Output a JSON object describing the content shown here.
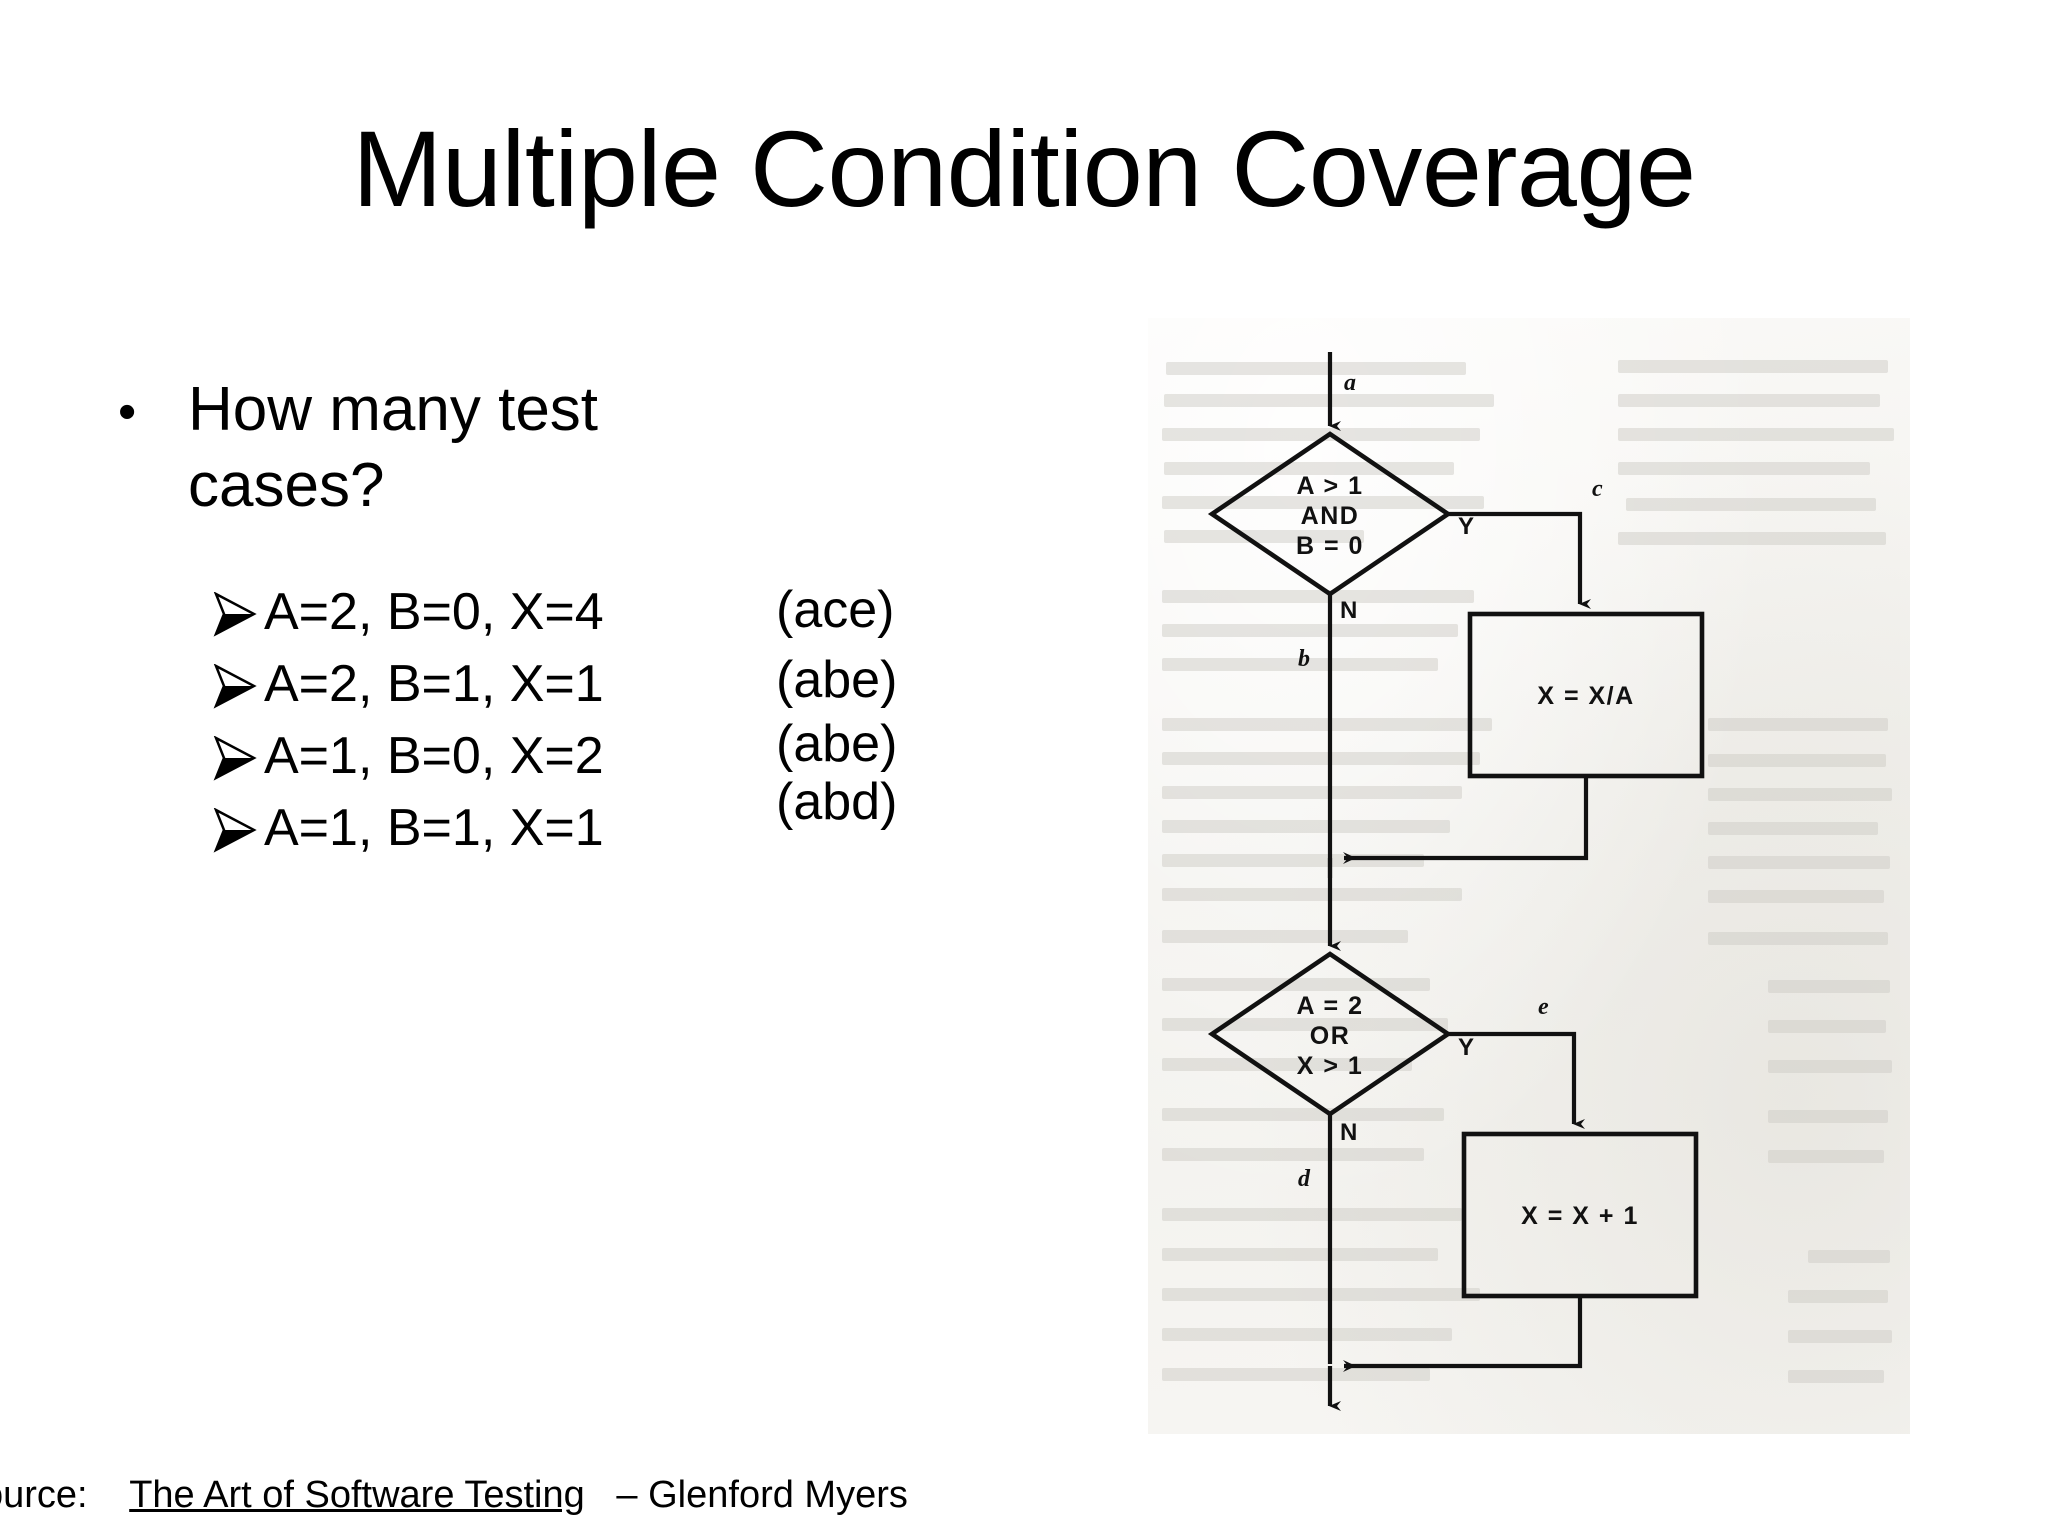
{
  "slide": {
    "title": "Multiple Condition Coverage"
  },
  "body": {
    "bullet_glyph": "•",
    "question": "How many test cases?"
  },
  "test_cases": [
    {
      "arrow": "arrowhead-bullet",
      "inputs": "A=2, B=0, X=4",
      "path": "(ace)"
    },
    {
      "arrow": "arrowhead-bullet",
      "inputs": "A=2, B=1, X=1",
      "path": "(abe)"
    },
    {
      "arrow": "arrowhead-bullet",
      "inputs": "A=1, B=0, X=2",
      "path": "(abe)"
    },
    {
      "arrow": "arrowhead-bullet",
      "inputs": "A=1, B=1, X=1",
      "path": "(abd)"
    }
  ],
  "figure": {
    "caption_alt": "scanned flowchart from textbook page",
    "entry_edge": "a",
    "decision1": {
      "line1": "A > 1",
      "line2": "AND",
      "line3": "B = 0",
      "yes": "Y",
      "no": "N"
    },
    "edge_c": "c",
    "process1": "X = X/A",
    "edge_b": "b",
    "decision2": {
      "line1": "A = 2",
      "line2": "OR",
      "line3": "X > 1",
      "yes": "Y",
      "no": "N"
    },
    "edge_e": "e",
    "process2": "X = X + 1",
    "edge_d": "d"
  },
  "footer": {
    "label": "ource:",
    "work": "The Art of Software Testing",
    "author": "– Glenford Myers"
  },
  "colors": {
    "background": "#ffffff",
    "text": "#000000",
    "scan_paper": "#f5f4f1",
    "ghost_text": "#cdcbc5"
  }
}
